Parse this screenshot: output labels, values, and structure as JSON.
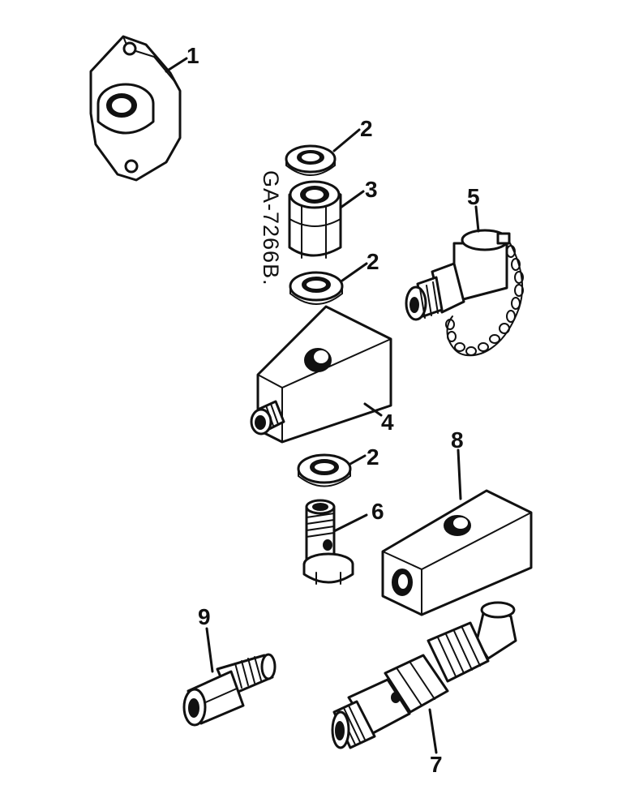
{
  "drawing_code": "GA-7266B.",
  "callouts": {
    "p1": "1",
    "p2a": "2",
    "p3": "3",
    "p2b": "2",
    "p5": "5",
    "p4": "4",
    "p2c": "2",
    "p8": "8",
    "p6": "6",
    "p9": "9",
    "p7": "7"
  }
}
